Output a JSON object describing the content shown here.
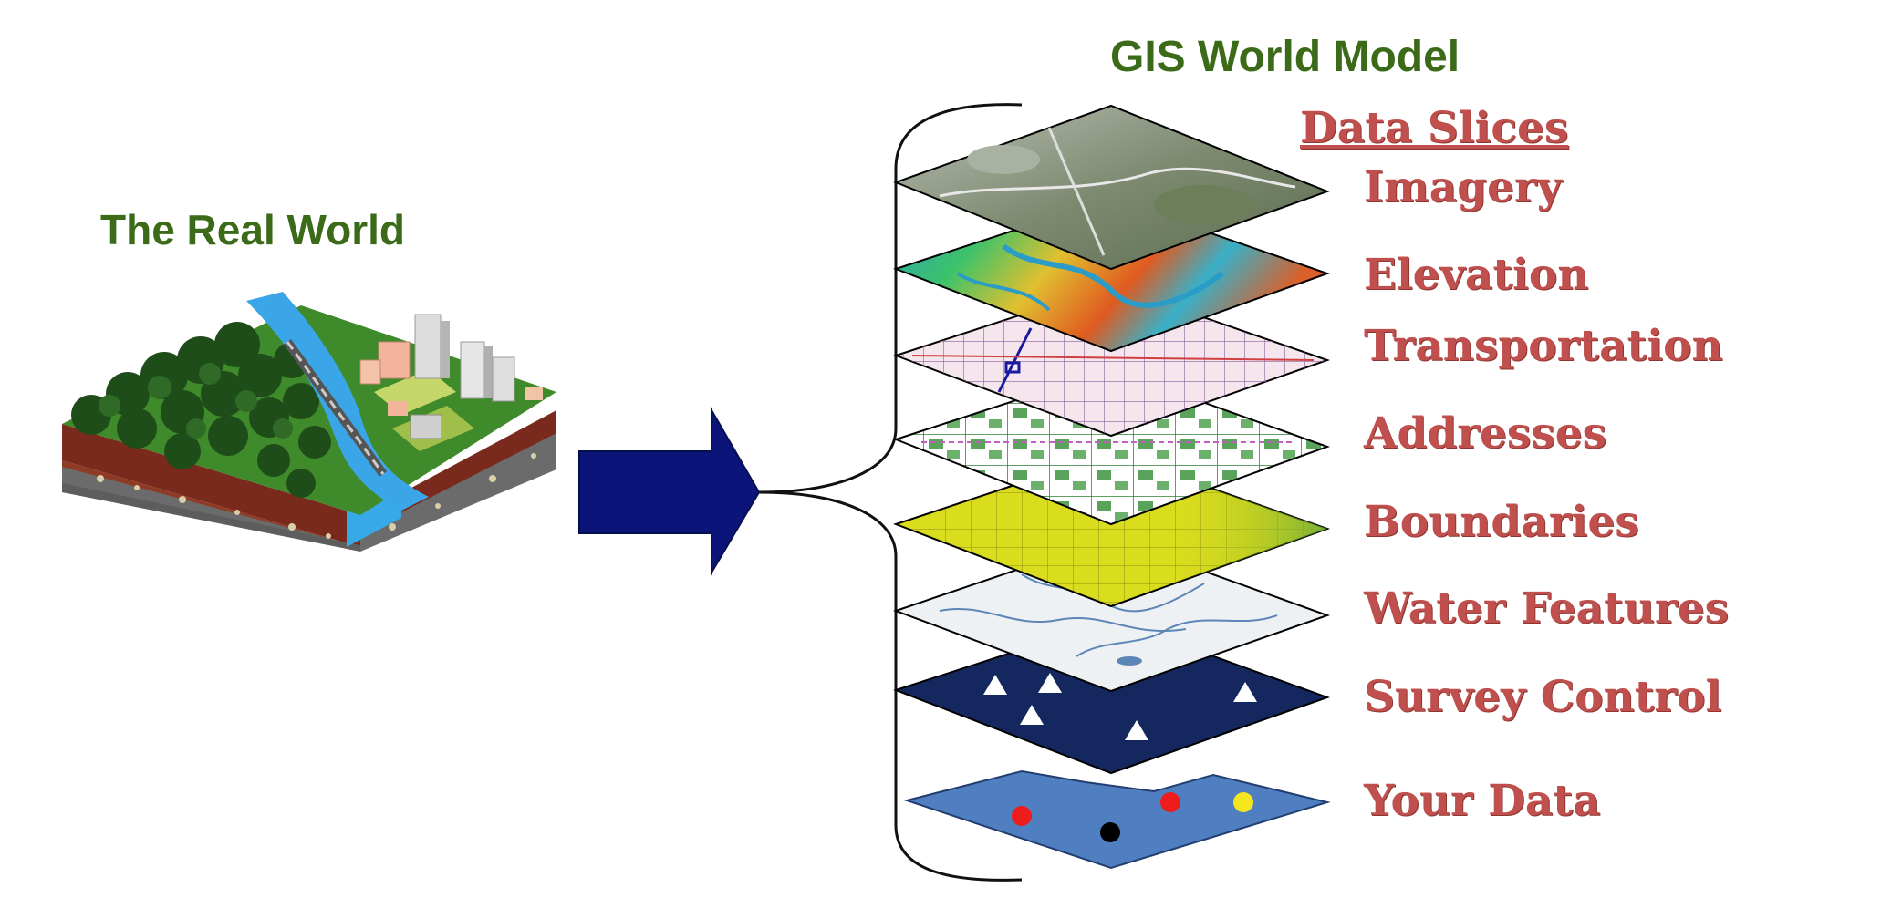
{
  "real_world": {
    "title": "The Real World"
  },
  "gis_model": {
    "title": "GIS World Model"
  },
  "slices": {
    "heading": "Data Slices",
    "items": [
      {
        "label": "Imagery"
      },
      {
        "label": "Elevation"
      },
      {
        "label": "Transportation"
      },
      {
        "label": "Addresses"
      },
      {
        "label": "Boundaries"
      },
      {
        "label": "Water Features"
      },
      {
        "label": "Survey Control"
      },
      {
        "label": "Your Data"
      }
    ]
  },
  "colors": {
    "title_green": "#3b6b18",
    "slice_label_red": "#c0504d",
    "arrow_navy": "#0b1478",
    "survey_navy": "#14285f",
    "your_data_blue": "#4f7fc0",
    "boundaries_yellow": "#d8dc1a"
  },
  "icons": [
    "arrow-right-icon",
    "brace-icon",
    "terrain-block-illustration"
  ]
}
